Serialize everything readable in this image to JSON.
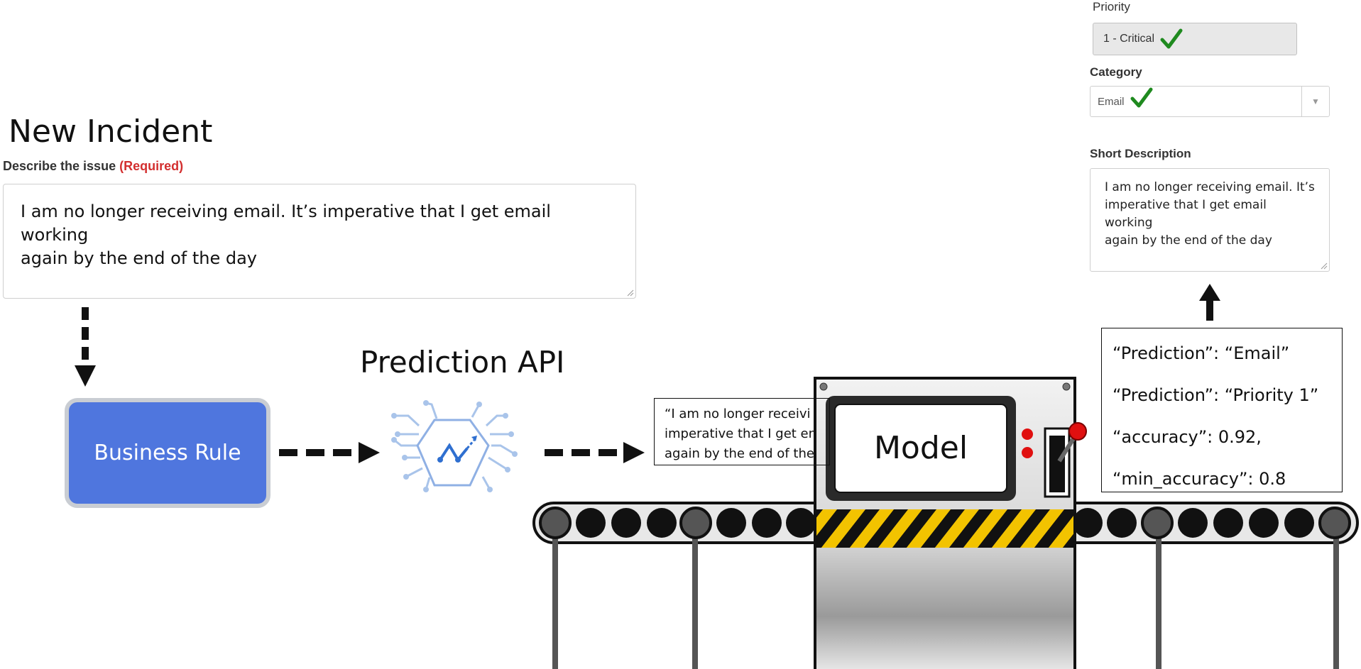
{
  "incident": {
    "title": "New Incident",
    "describe_label": "Describe the issue",
    "required_label": "(Required)",
    "description_lines": [
      "I am no longer receiving email. It’s imperative that I get email working",
      "again by the end of the day"
    ]
  },
  "business_rule": {
    "label": "Business Rule"
  },
  "prediction_api": {
    "title": "Prediction API",
    "icon": "prediction-api-icon"
  },
  "snippet_lines": [
    "“I am no longer receivi",
    "imperative that I get en",
    "again by the end of the"
  ],
  "model": {
    "label": "Model"
  },
  "prediction_output": [
    "“Prediction”: “Email”",
    "“Prediction”: “Priority 1”",
    "“accuracy”: 0.92,",
    "“min_accuracy”: 0.8"
  ],
  "form": {
    "priority_label": "Priority",
    "priority_value": "1 - Critical",
    "category_label": "Category",
    "category_value": "Email",
    "caret": "▼",
    "short_description_label": "Short Description",
    "short_description_lines": [
      "I am no longer receiving email. It’s",
      "imperative that I get email working",
      "again by the end of the day"
    ]
  },
  "colors": {
    "business_rule_fill": "#4f76de",
    "required_text": "#d32f2f",
    "check_green": "#1f8a1f",
    "hazard_yellow": "#f2c300"
  }
}
